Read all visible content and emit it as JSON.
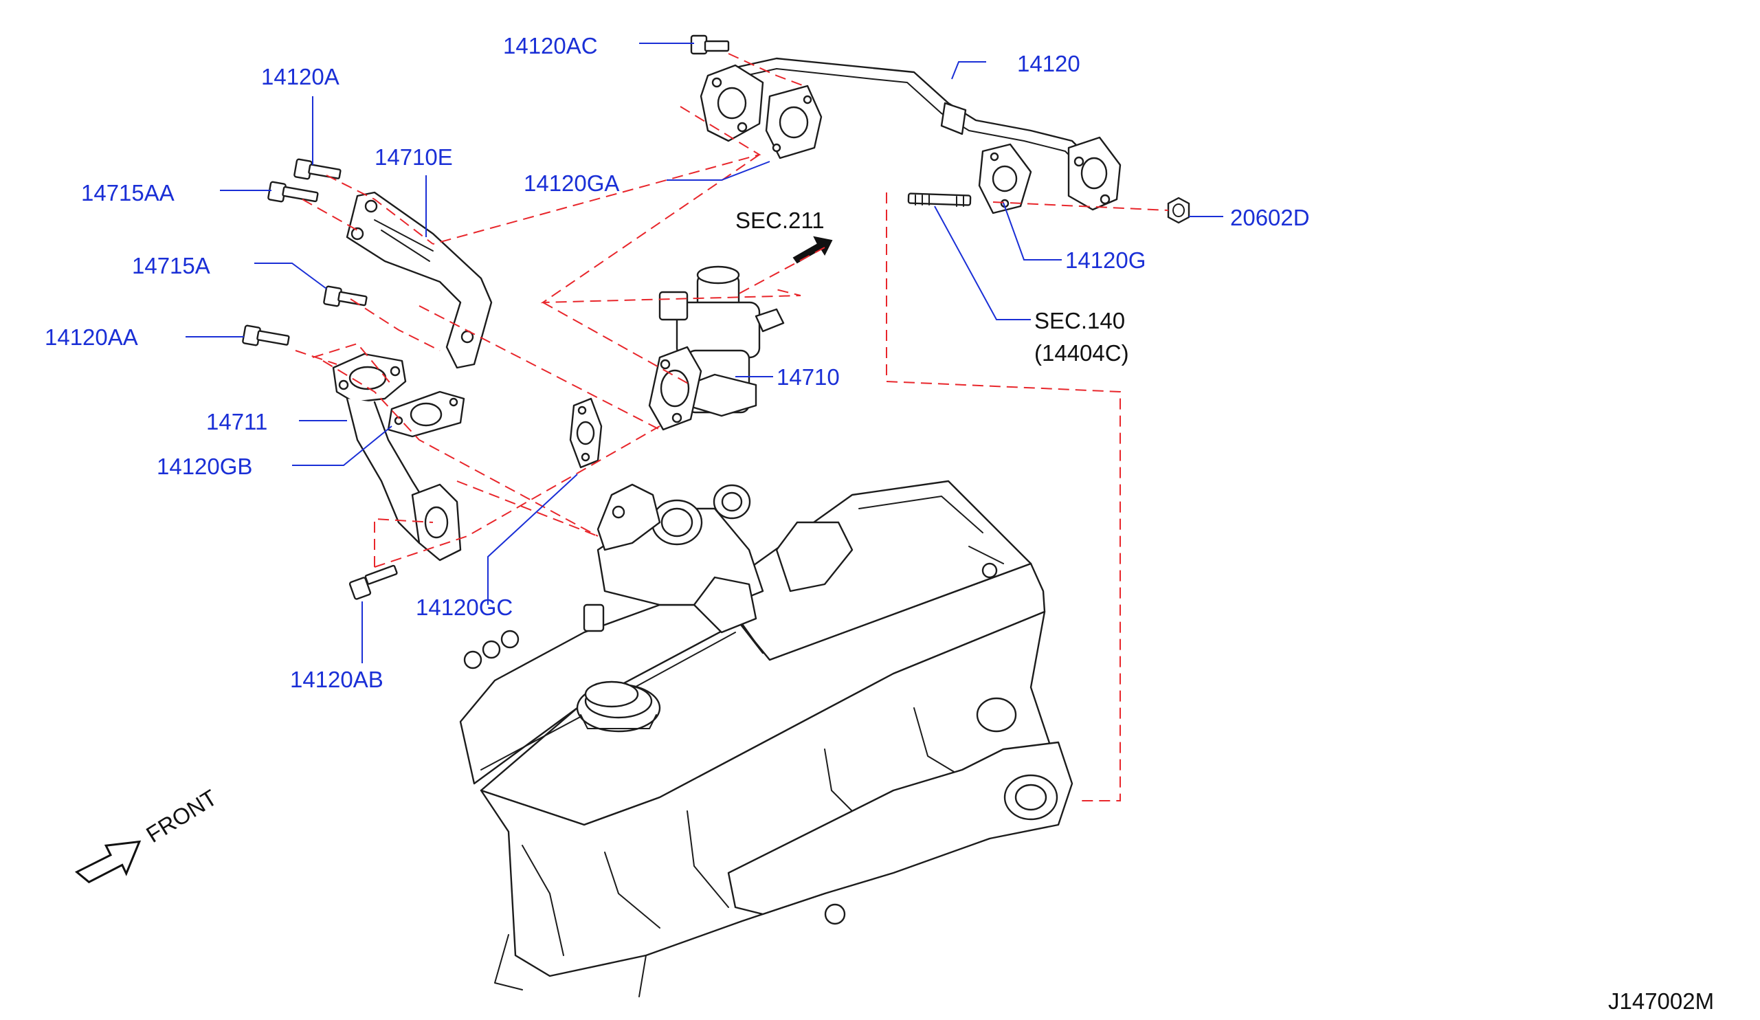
{
  "diagram": {
    "part_labels": {
      "p14120AC": "14120AC",
      "p14120": "14120",
      "p14120A": "14120A",
      "p14710E": "14710E",
      "p14120GA": "14120GA",
      "p14715AA": "14715AA",
      "p14715A": "14715A",
      "p14120AA": "14120AA",
      "p14711": "14711",
      "p14120GB": "14120GB",
      "p14120GC": "14120GC",
      "p14120AB": "14120AB",
      "p14710": "14710",
      "p20602D": "20602D",
      "p14120G": "14120G"
    },
    "section_refs": {
      "sec211": "SEC.211",
      "sec140": "SEC.140",
      "sec140_part": "(14404C)"
    },
    "front_label": "FRONT",
    "drawing_code": "J147002M",
    "colors": {
      "label_blue": "#1a2fd6",
      "leader_red": "#e8262b",
      "line_black": "#1c1c1c"
    }
  }
}
